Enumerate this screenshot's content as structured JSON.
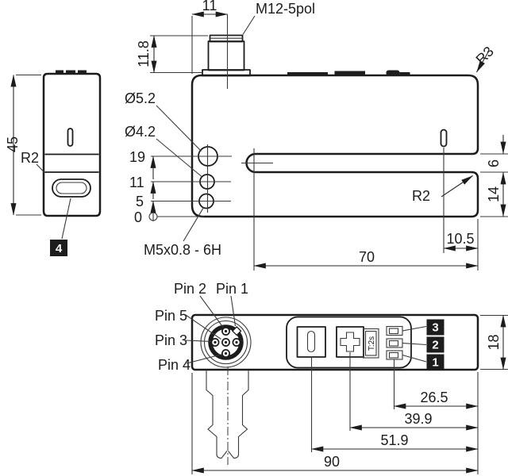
{
  "side_view": {
    "height_dim": "45",
    "corner_radius": "R2",
    "slot_badge": "4"
  },
  "top_view": {
    "offset_dim": "11",
    "connector_label": "M12-5pol",
    "connector_height_dim": "11.8",
    "corner_radius": "R3",
    "hole_large_dia": "Ø5.2",
    "hole_small_dia": "Ø4.2",
    "level_dims": [
      "19",
      "11",
      "5",
      "0"
    ],
    "thread_label": "M5x0.8 - 6H",
    "slot_corner_radius": "R2",
    "slot_gap_dim": "6",
    "arm_height_dim": "14",
    "led_offset_dim": "10.5",
    "slot_depth_dim": "70"
  },
  "bottom_view": {
    "pin_labels": [
      "Pin 2",
      "Pin 1",
      "Pin 5",
      "Pin 3",
      "Pin 4"
    ],
    "teach_button_label": "T:2s",
    "led_badges": [
      "3",
      "2",
      "1"
    ],
    "height_dim": "18",
    "dim_to_led": "26.5",
    "dim_to_plus": "39.9",
    "dim_to_minus": "51.9",
    "width_dim": "90"
  },
  "colors": {
    "line": "#1c1c1c",
    "badge_bg": "#1d1d1d",
    "badge_text": "#ffffff"
  }
}
